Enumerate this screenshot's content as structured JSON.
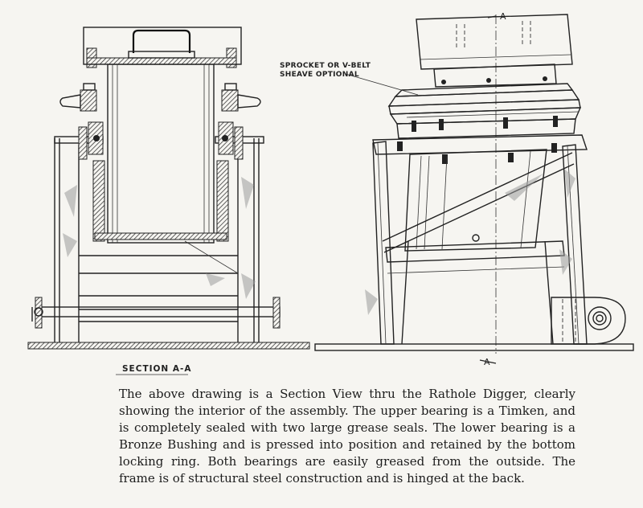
{
  "drawing": {
    "callout_line1": "SPROCKET OR V-BELT",
    "callout_line2": "SHEAVE OPTIONAL",
    "section_marker_top": "A",
    "section_marker_bottom": "A",
    "section_caption": "SECTION A-A"
  },
  "description": "The above drawing is a Section View thru the Rathole Digger, clearly showing the interior of the assembly. The upper bearing is a Timken, and is completely sealed with two large grease seals. The lower bearing is a Bronze Bushing and is pressed into position and retained by the bottom locking ring. Both bearings are easily greased from the outside. The frame is of structural steel construction and is hinged at the back."
}
